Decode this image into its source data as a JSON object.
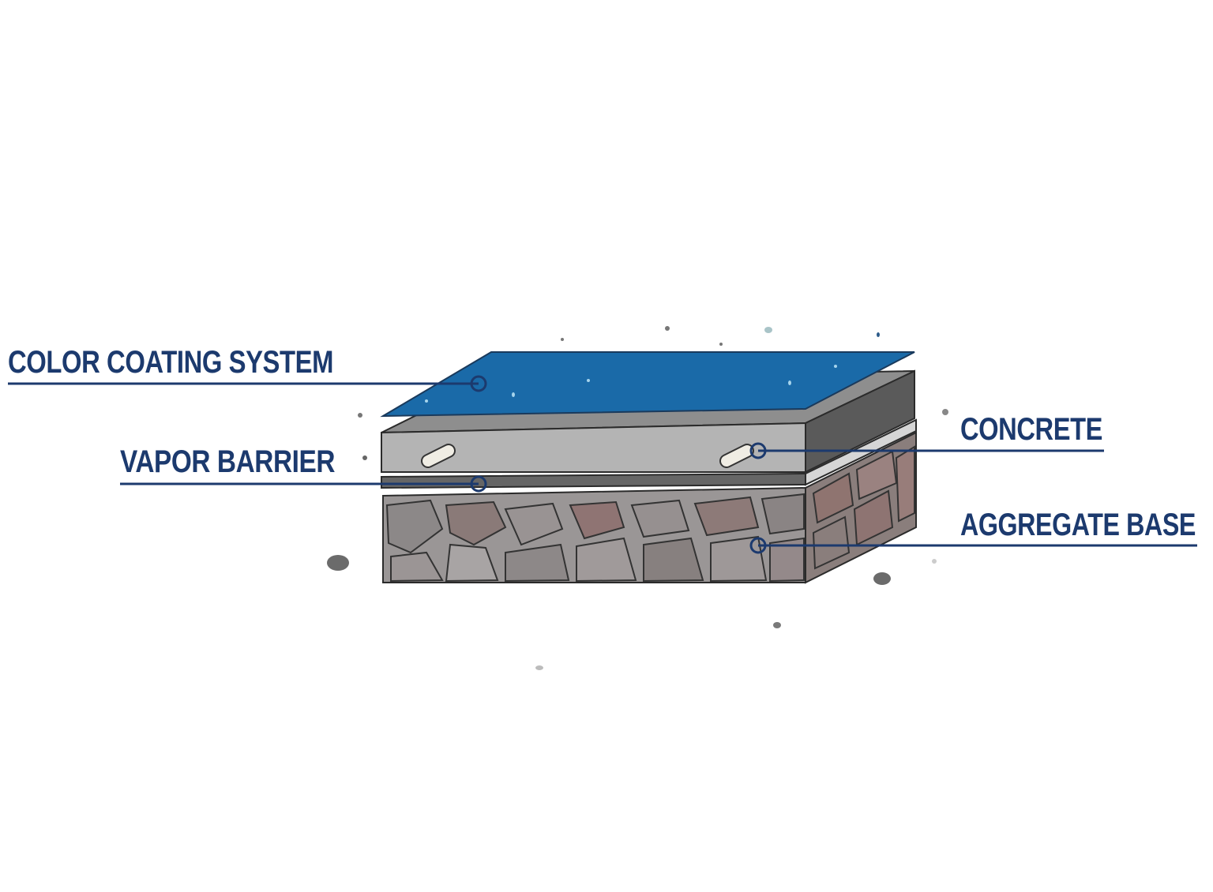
{
  "colors": {
    "label_navy": "#1c3a6e",
    "coating_blue": "#1a6aa8",
    "concrete_light": "#b4b4b4",
    "concrete_dark": "#5a5a5a",
    "stone_gray": "#8e8a8a",
    "stone_rose": "#8a6e6a",
    "outline": "#2b2b2b",
    "gap_fill": "#e4e2e0"
  },
  "callouts": [
    {
      "id": "color-coating-system",
      "label": "COLOR COATING SYSTEM",
      "layer": "coating"
    },
    {
      "id": "vapor-barrier",
      "label": "VAPOR BARRIER",
      "layer": "vapor"
    },
    {
      "id": "concrete",
      "label": "CONCRETE",
      "layer": "concrete"
    },
    {
      "id": "aggregate-base",
      "label": "AGGREGATE BASE",
      "layer": "aggregate"
    }
  ]
}
